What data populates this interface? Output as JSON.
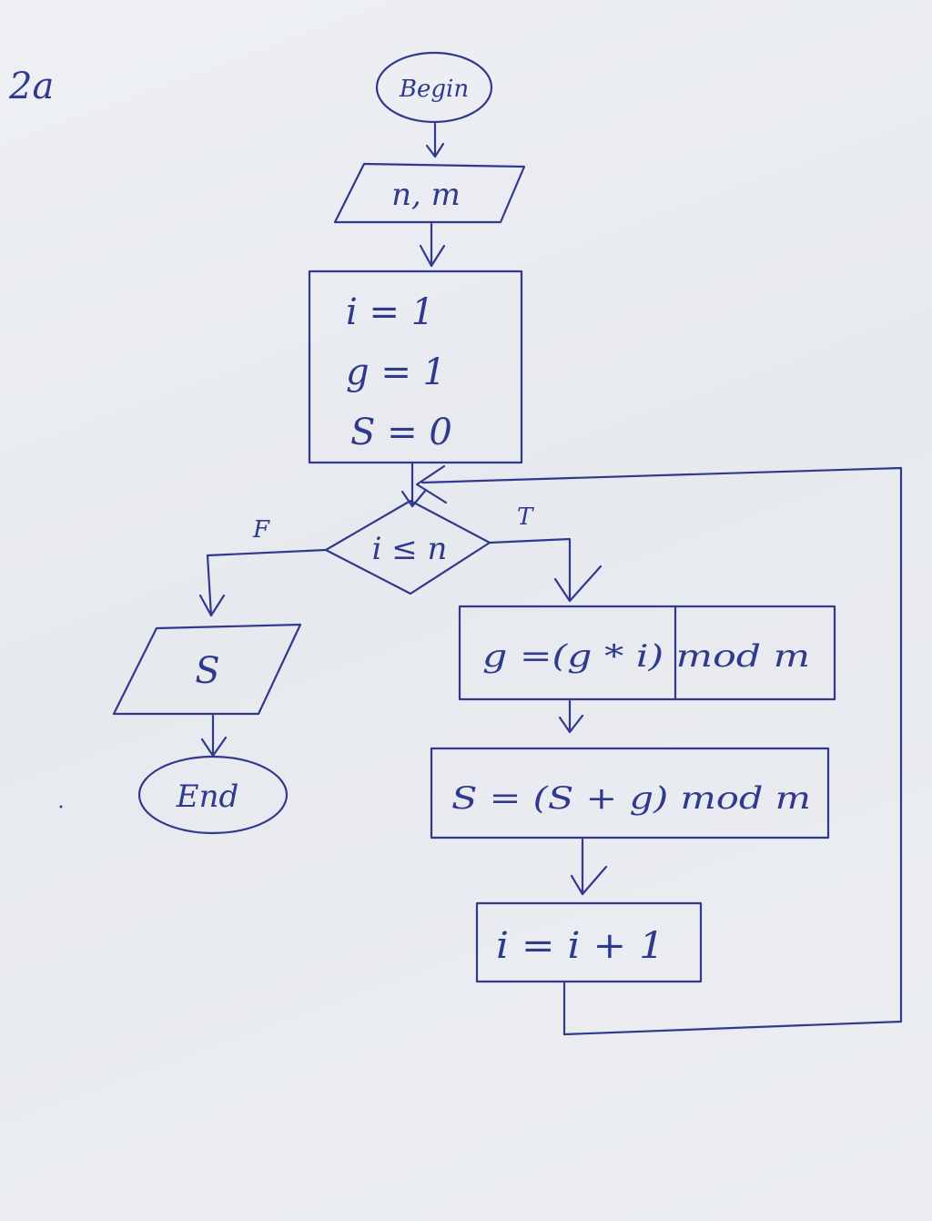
{
  "page_label": "2a",
  "nodes": {
    "begin": "Begin",
    "input": "n, m",
    "init_i": "i = 1",
    "init_g": "g = 1",
    "init_s": "S = 0",
    "condition": "i ≤ n",
    "output": "S",
    "end": "End",
    "update_g": "g =(g * i) mod m",
    "update_s": "S = (S + g) mod m",
    "increment_i": "i = i + 1"
  },
  "edges": {
    "false_label": "F",
    "true_label": "T"
  },
  "colors": {
    "ink": "#2f3a8f",
    "paper": "#eceef2"
  }
}
